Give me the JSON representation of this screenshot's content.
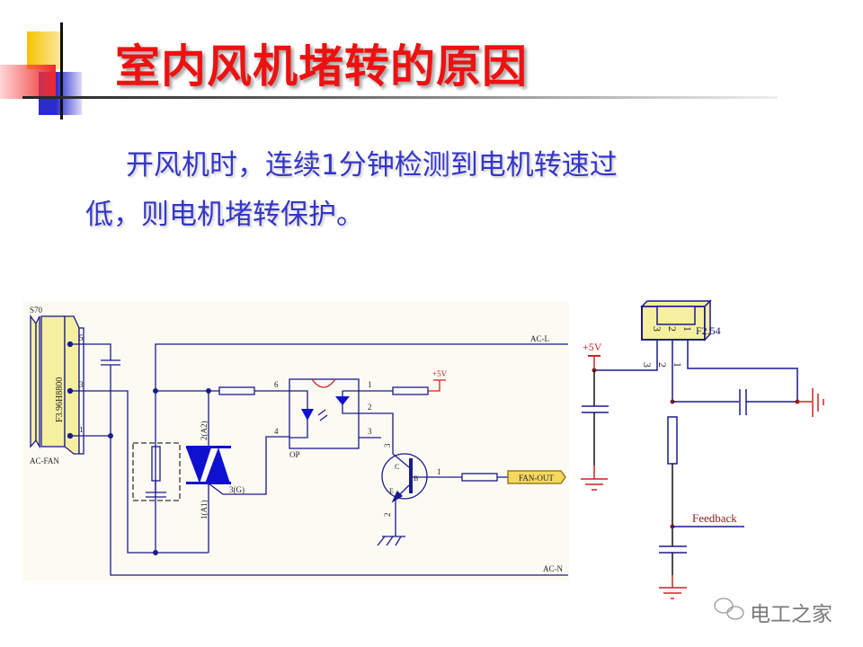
{
  "title": "室内风机堵转的原因",
  "body": {
    "line1": "开风机时，连续1分钟检测到电机转速过",
    "line2": "低，则电机堵转保护。"
  },
  "left_circuit": {
    "connector_ref": "S70",
    "connector_part": "F3.96H8800",
    "connector_name": "AC-FAN",
    "pin5": "5",
    "pin3": "3",
    "pin1": "1",
    "net_ac_l": "AC-L",
    "net_ac_n": "AC-N",
    "triac_a2": "2(A2)",
    "triac_a1": "1(A1)",
    "triac_g": "3(G)",
    "op_label": "OP",
    "op_pin6": "6",
    "op_pin4": "4",
    "op_pin1": "1",
    "op_pin2": "2",
    "op_pin3": "3",
    "vcc": "+5V",
    "q_c_pin": "3",
    "q_e_pin": "2",
    "q_b_pin": "1",
    "q_c": "C",
    "q_b": "B",
    "q_e": "E",
    "fan_out": "FAN-OUT"
  },
  "right_circuit": {
    "connector_part": "F2.54",
    "pin3": "3",
    "pin2": "2",
    "pin1": "1",
    "vcc": "+5V",
    "feedback": "Feedback"
  },
  "watermark": "电工之家",
  "colors": {
    "title": "#ee1111",
    "body": "#3535c8",
    "wire": "#1a1a8c",
    "power": "#cc2222",
    "connector": "#f5efa0"
  }
}
